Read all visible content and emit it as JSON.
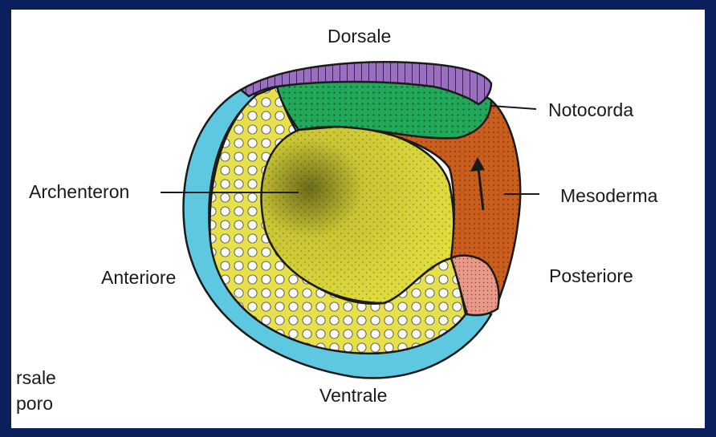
{
  "labels": {
    "dorsal": "Dorsale",
    "notochord": "Notocorda",
    "archenteron": "Archenteron",
    "mesoderm": "Mesoderma",
    "anterior": "Anteriore",
    "posterior": "Posteriore",
    "ventral": "Ventrale",
    "cut_line1": "rsale",
    "cut_line2": "poro"
  },
  "colors": {
    "frame": "#0b1f5c",
    "ectoderm": "#5ec8e0",
    "neural_plate": "#9a6fbf",
    "notochord": "#22a85a",
    "endoderm": "#e6e04a",
    "archenteron": "#dcd83a",
    "mesoderm": "#c95e1e",
    "posterior_lip": "#e8998a",
    "outline": "#1a1a1a"
  }
}
